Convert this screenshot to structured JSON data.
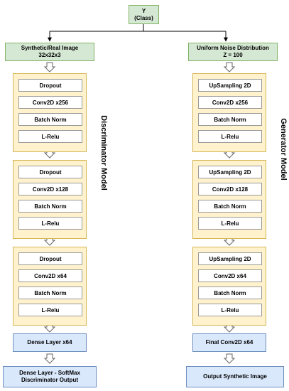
{
  "top": {
    "line1": "Y",
    "line2": "(Class)"
  },
  "discriminator": {
    "input": {
      "line1": "Synthetic/Real Image",
      "line2": "32x32x3"
    },
    "label": "Discriminator Model",
    "blocks": [
      {
        "layers": [
          "Dropout",
          "Conv2D x256",
          "Batch Norm",
          "L-Relu"
        ]
      },
      {
        "layers": [
          "Dropout",
          "Conv2D x128",
          "Batch Norm",
          "L-Relu"
        ]
      },
      {
        "layers": [
          "Dropout",
          "Conv2D x64",
          "Batch Norm",
          "L-Relu"
        ]
      }
    ],
    "dense": "Dense Layer x64",
    "output": {
      "line1": "Dense Layer - SoftMax",
      "line2": "Discriminator Output"
    }
  },
  "generator": {
    "input": {
      "line1": "Uniform Noise Distribution",
      "line2": "Z = 100"
    },
    "label": "Generator Model",
    "blocks": [
      {
        "layers": [
          "UpSampling 2D",
          "Conv2D x256",
          "Batch Norm",
          "L-Relu"
        ]
      },
      {
        "layers": [
          "UpSampling 2D",
          "Conv2D x128",
          "Batch Norm",
          "L-Relu"
        ]
      },
      {
        "layers": [
          "UpSampling 2D",
          "Conv2D x64",
          "Batch Norm",
          "L-Relu"
        ]
      }
    ],
    "final": "Final Conv2D x64",
    "output": "Output Synthetic Image"
  },
  "colors": {
    "input_fill": "#d5e8d4",
    "block_fill": "#fff2cc",
    "output_fill": "#dae8fc"
  }
}
